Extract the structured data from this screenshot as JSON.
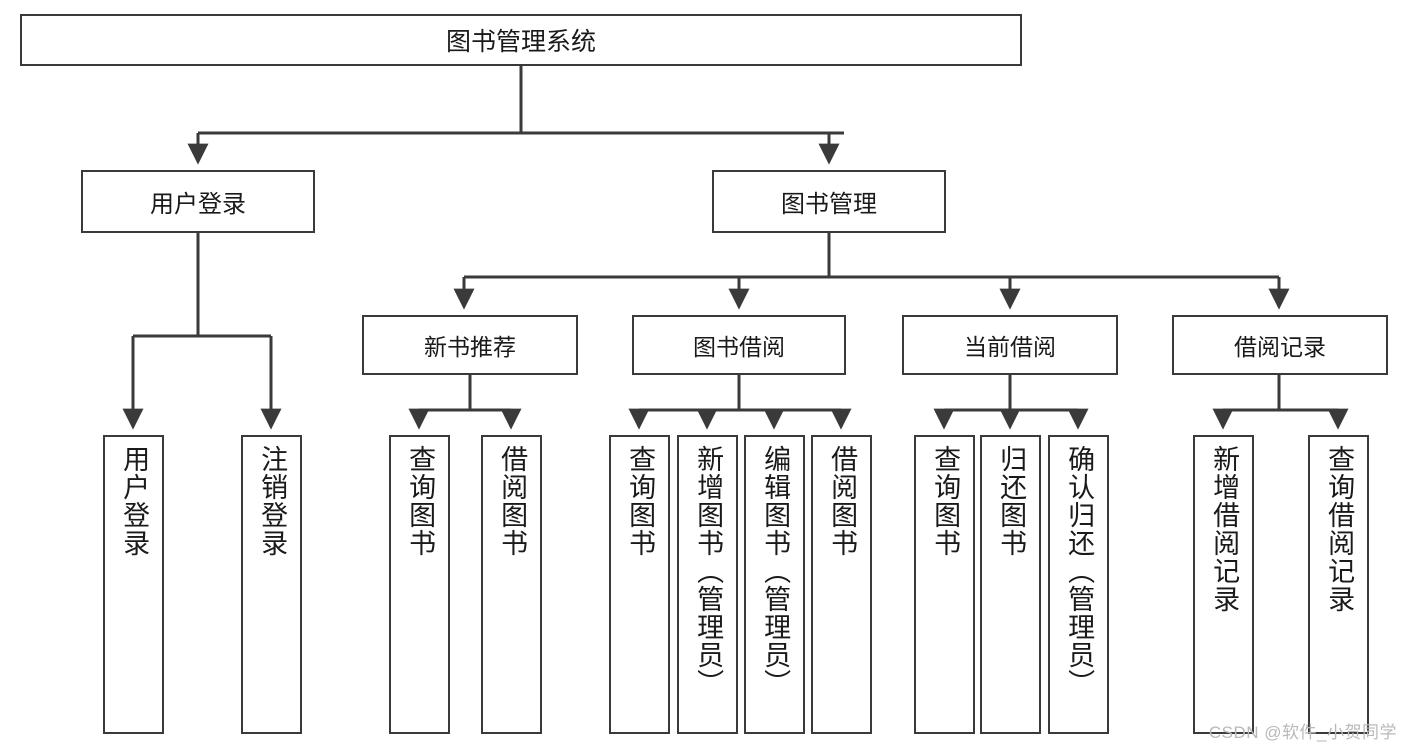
{
  "diagram": {
    "title": "图书管理系统",
    "type": "tree-hierarchy",
    "root": {
      "label": "图书管理系统"
    },
    "level1": [
      {
        "label": "用户登录"
      },
      {
        "label": "图书管理"
      }
    ],
    "level2": [
      {
        "label": "新书推荐"
      },
      {
        "label": "图书借阅"
      },
      {
        "label": "当前借阅"
      },
      {
        "label": "借阅记录"
      }
    ],
    "leaves": {
      "user_login": [
        {
          "label": "用户登录"
        },
        {
          "label": "注销登录"
        }
      ],
      "new_book_recommend": [
        {
          "label": "查询图书"
        },
        {
          "label": "借阅图书"
        }
      ],
      "book_borrow": [
        {
          "label": "查询图书"
        },
        {
          "label": "新增图书（管理员）"
        },
        {
          "label": "编辑图书（管理员）"
        },
        {
          "label": "借阅图书"
        }
      ],
      "current_borrow": [
        {
          "label": "查询图书"
        },
        {
          "label": "归还图书"
        },
        {
          "label": "确认归还（管理员）"
        }
      ],
      "borrow_record": [
        {
          "label": "新增借阅记录"
        },
        {
          "label": "查询借阅记录"
        }
      ]
    }
  },
  "watermark": {
    "text": "CSDN @软件_小贺同学"
  },
  "colors": {
    "border": "#3a3a3a",
    "text": "#1a1a1a",
    "background": "#ffffff",
    "watermark": "#b9b9b9"
  }
}
